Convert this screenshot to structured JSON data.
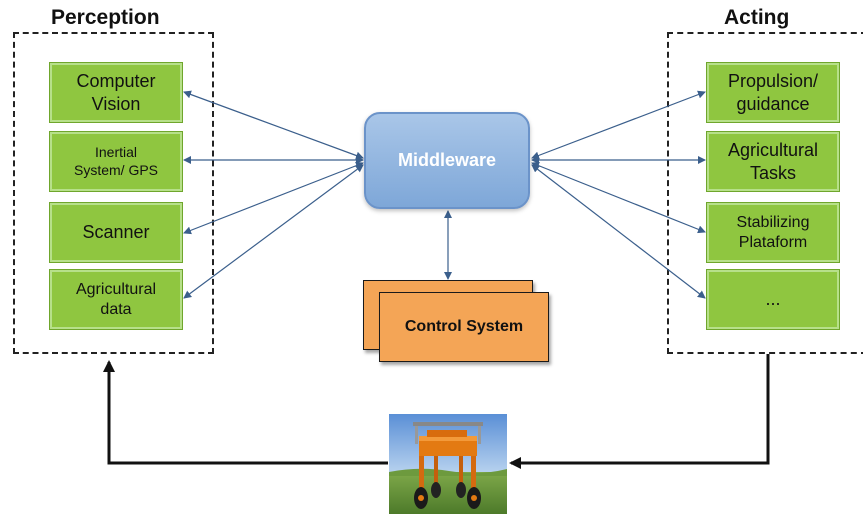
{
  "perception": {
    "title": "Perception",
    "items": [
      {
        "label": "Computer\nVision"
      },
      {
        "label": "Inertial\nSystem/ GPS"
      },
      {
        "label": "Scanner"
      },
      {
        "label": "Agricultural\ndata"
      }
    ]
  },
  "acting": {
    "title": "Acting",
    "items": [
      {
        "label": "Propulsion/\nguidance"
      },
      {
        "label": "Agricultural\nTasks"
      },
      {
        "label": "Stabilizing\nPlataform"
      },
      {
        "label": "..."
      }
    ]
  },
  "middleware": {
    "label": "Middleware"
  },
  "control_system": {
    "label": "Control System"
  },
  "colors": {
    "green_box": "#8fc640",
    "middleware_blue": "#7ea7d8",
    "control_orange": "#f4a556",
    "arrow_blue": "#3b5f8c"
  },
  "robot_image": {
    "icon": "agricultural-robot-photo"
  }
}
